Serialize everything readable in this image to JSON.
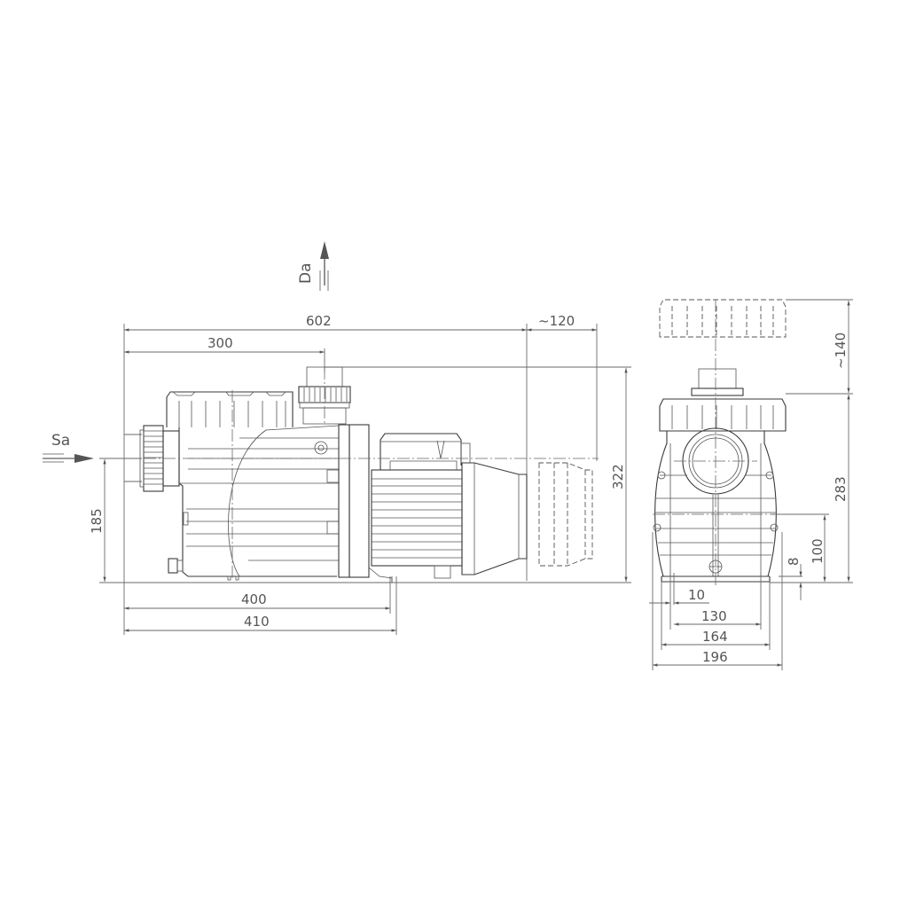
{
  "drawing": {
    "title": "Pool pump dimensional drawing",
    "colors": {
      "line": "#3a3a3a",
      "dimension": "#6a6a6a",
      "text": "#555555",
      "background": "#ffffff"
    },
    "flow_labels": {
      "suction": "Sa",
      "discharge": "Da"
    },
    "side_view": {
      "dimensions": {
        "overall_length": "602",
        "motor_removal_clearance": "~120",
        "suction_to_discharge_axis": "300",
        "overall_height": "322",
        "suction_axis_height": "185",
        "base_length_inner": "400",
        "base_length_outer": "410"
      }
    },
    "front_view": {
      "dimensions": {
        "lid_removal_clearance": "~140",
        "body_height": "283",
        "foot_hole_height": "100",
        "base_thickness": "8",
        "foot_slot_width": "10",
        "foot_hole_spacing": "130",
        "base_width_inner": "164",
        "overall_width": "196"
      }
    }
  }
}
